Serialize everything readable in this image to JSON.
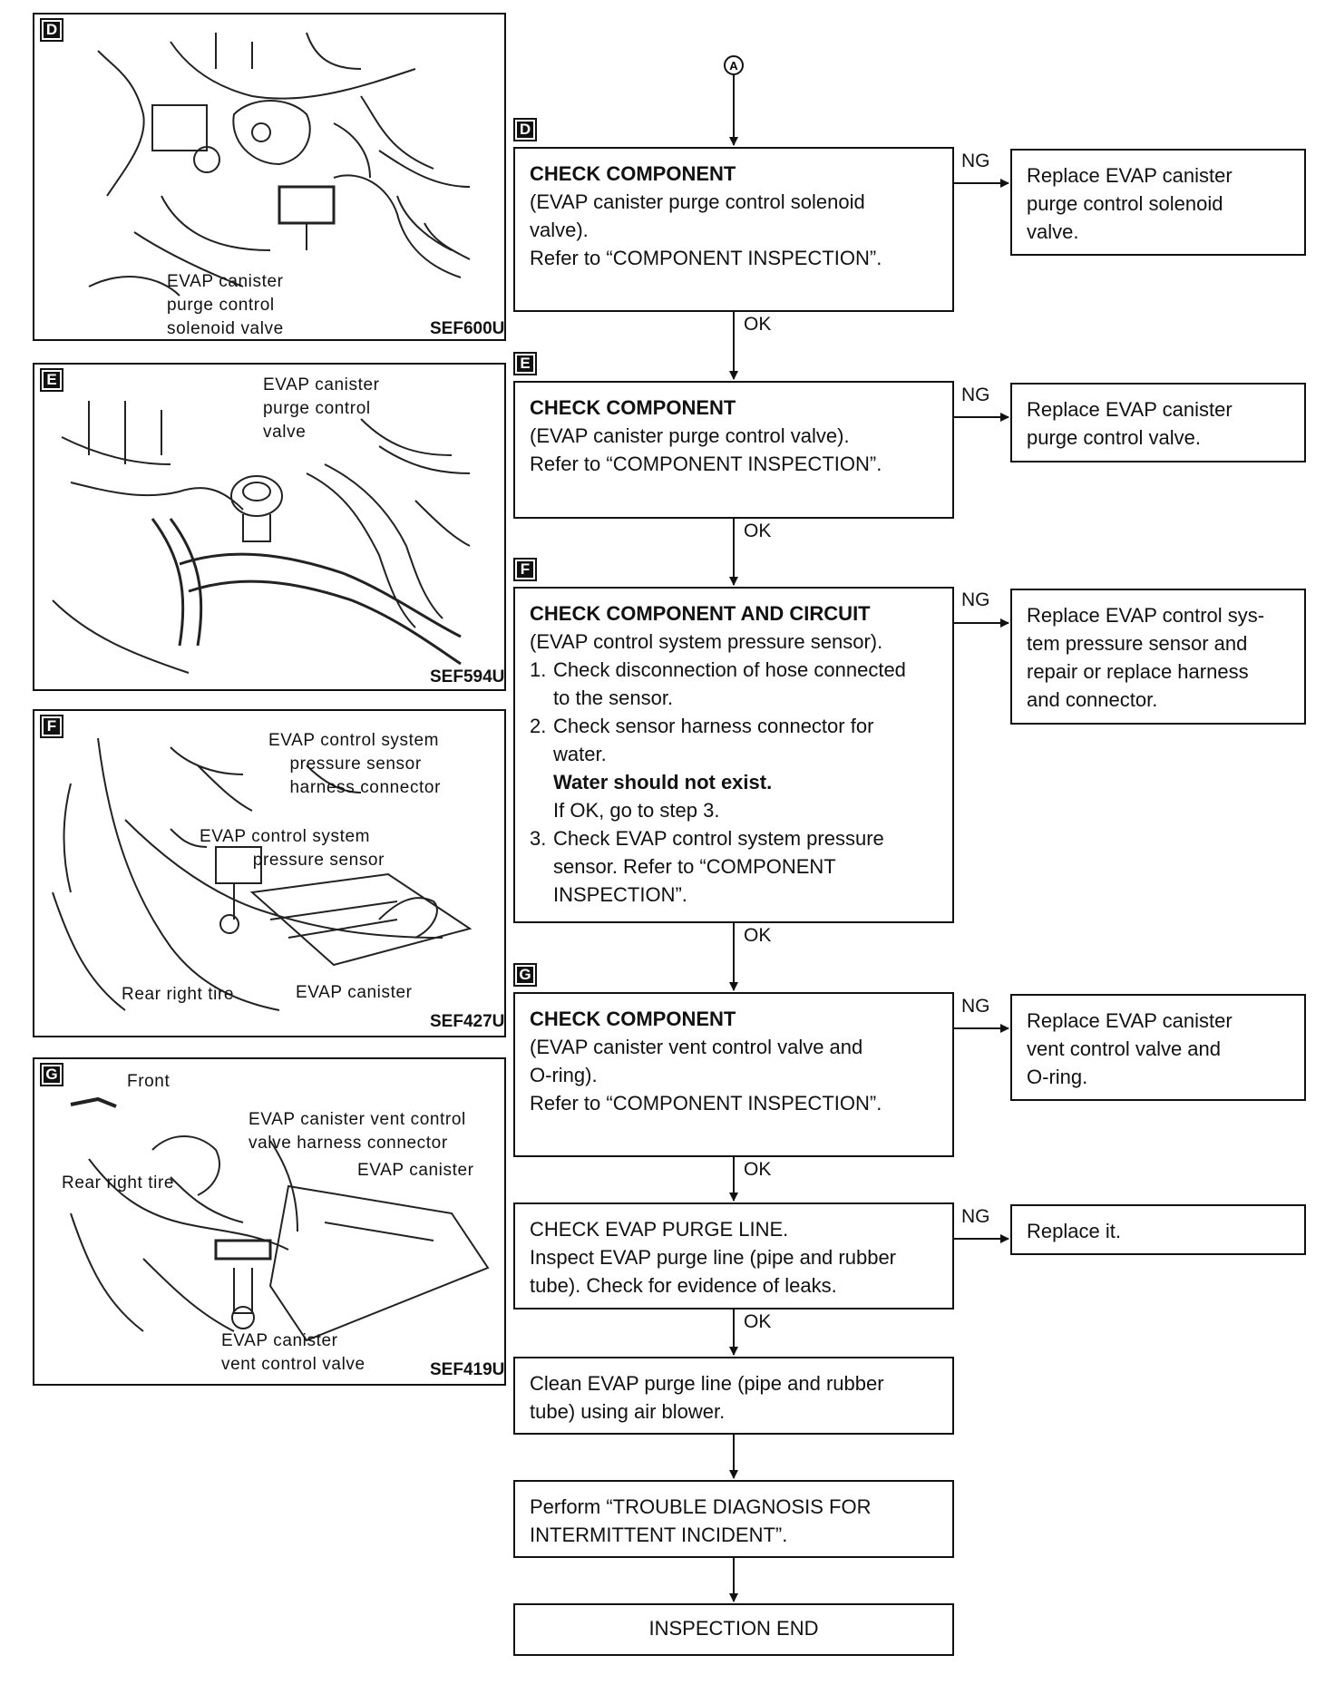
{
  "panels": [
    {
      "tag": "D",
      "code": "SEF600U",
      "captions": [
        "EVAP canister\npurge control\nsolenoid valve"
      ]
    },
    {
      "tag": "E",
      "code": "SEF594U",
      "captions": [
        "EVAP canister\npurge control\nvalve"
      ]
    },
    {
      "tag": "F",
      "code": "SEF427U",
      "captions": [
        "EVAP control system\n    pressure sensor\n    harness connector",
        "EVAP control system\n          pressure sensor",
        "Rear right tire",
        "EVAP canister"
      ]
    },
    {
      "tag": "G",
      "code": "SEF419U",
      "captions": [
        "Front",
        "EVAP canister vent control\nvalve harness connector",
        "EVAP canister",
        "Rear right tire",
        "EVAP canister\nvent control valve"
      ]
    }
  ],
  "connector": "A",
  "flow": {
    "step_tags": [
      "D",
      "E",
      "F",
      "G"
    ],
    "ok_label": "OK",
    "ng_label": "NG",
    "steps": [
      {
        "head": "CHECK COMPONENT",
        "lines": [
          "(EVAP canister purge control solenoid",
          "valve).",
          "Refer to “COMPONENT INSPECTION”."
        ],
        "ng": "Replace EVAP canister\npurge control solenoid\nvalve."
      },
      {
        "head": "CHECK COMPONENT",
        "lines": [
          "(EVAP canister purge control valve).",
          "Refer to “COMPONENT INSPECTION”."
        ],
        "ng": "Replace EVAP canister\npurge control valve."
      },
      {
        "head": "CHECK COMPONENT AND CIRCUIT",
        "lines": [
          "(EVAP control system pressure sensor)."
        ],
        "items": [
          {
            "num": "1.",
            "text": [
              "Check disconnection of hose connected",
              "to the sensor."
            ]
          },
          {
            "num": "2.",
            "text": [
              "Check sensor harness connector for",
              "water."
            ],
            "bold": "Water should not exist.",
            "after": "If OK, go to step 3."
          },
          {
            "num": "3.",
            "text": [
              "Check EVAP control system pressure",
              "sensor. Refer to “COMPONENT",
              "INSPECTION”."
            ]
          }
        ],
        "ng": "Replace EVAP control sys-\ntem pressure sensor and\nrepair or replace harness\nand connector."
      },
      {
        "head": "CHECK COMPONENT",
        "lines": [
          "(EVAP canister vent control valve and",
          "O-ring).",
          "Refer to “COMPONENT INSPECTION”."
        ],
        "ng": "Replace EVAP canister\nvent control valve and\nO-ring."
      },
      {
        "head": "",
        "lines": [
          "CHECK EVAP PURGE LINE.",
          "Inspect EVAP purge line (pipe and rubber",
          "tube). Check for evidence of leaks."
        ],
        "ng": "Replace it."
      },
      {
        "head": "",
        "lines": [
          "Clean EVAP purge line (pipe and rubber",
          "tube) using air blower."
        ]
      },
      {
        "head": "",
        "lines": [
          "Perform “TROUBLE DIAGNOSIS FOR",
          "INTERMITTENT INCIDENT”."
        ]
      },
      {
        "head": "",
        "lines": [
          "INSPECTION END"
        ]
      }
    ]
  }
}
